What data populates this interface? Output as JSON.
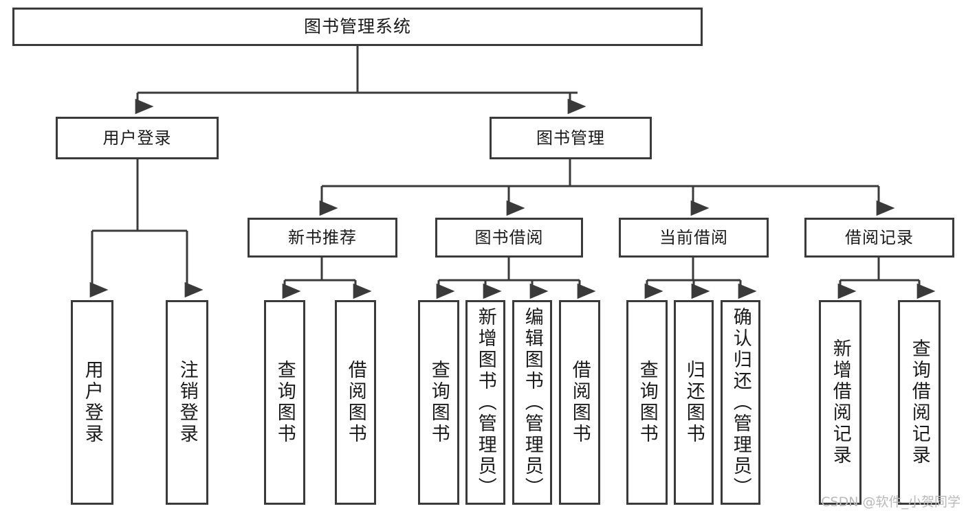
{
  "diagram": {
    "type": "tree-hierarchy",
    "title": "图书管理系统",
    "orientation": "top-down",
    "colors": {
      "stroke": "#3a3a3a",
      "fill": "#ffffff",
      "text": "#1a1a1a",
      "watermark": "#b9b9b9"
    },
    "levels": {
      "level0_label": "图书管理系统",
      "level1_labels": [
        "用户登录",
        "图书管理"
      ],
      "level2_labels": [
        "新书推荐",
        "图书借阅",
        "当前借阅",
        "借阅记录"
      ]
    },
    "nodes": {
      "root": {
        "label": "图书管理系统"
      },
      "user_login": {
        "label": "用户登录"
      },
      "book_admin": {
        "label": "图书管理"
      },
      "new_book_rec": {
        "label": "新书推荐"
      },
      "book_borrow": {
        "label": "图书借阅"
      },
      "current_borrow": {
        "label": "当前借阅"
      },
      "borrow_record": {
        "label": "借阅记录"
      },
      "leaf_user_login": {
        "label": "用户登录"
      },
      "leaf_logout": {
        "label": "注销登录"
      },
      "leaf_query_book_1": {
        "label": "查询图书"
      },
      "leaf_borrow_book_1": {
        "label": "借阅图书"
      },
      "leaf_query_book_2": {
        "label": "查询图书"
      },
      "leaf_add_book": {
        "label": "新增图书（管理员）"
      },
      "leaf_edit_book": {
        "label": "编辑图书（管理员）"
      },
      "leaf_borrow_book_2": {
        "label": "借阅图书"
      },
      "leaf_query_book_3": {
        "label": "查询图书"
      },
      "leaf_return_book": {
        "label": "归还图书"
      },
      "leaf_confirm_return": {
        "label": "确认归还（管理员）"
      },
      "leaf_add_record": {
        "label": "新增借阅记录"
      },
      "leaf_query_record": {
        "label": "查询借阅记录"
      }
    },
    "edges": [
      {
        "from": "root",
        "to": "user_login"
      },
      {
        "from": "root",
        "to": "book_admin"
      },
      {
        "from": "user_login",
        "to": "leaf_user_login"
      },
      {
        "from": "user_login",
        "to": "leaf_logout"
      },
      {
        "from": "book_admin",
        "to": "new_book_rec"
      },
      {
        "from": "book_admin",
        "to": "book_borrow"
      },
      {
        "from": "book_admin",
        "to": "current_borrow"
      },
      {
        "from": "book_admin",
        "to": "borrow_record"
      },
      {
        "from": "new_book_rec",
        "to": "leaf_query_book_1"
      },
      {
        "from": "new_book_rec",
        "to": "leaf_borrow_book_1"
      },
      {
        "from": "book_borrow",
        "to": "leaf_query_book_2"
      },
      {
        "from": "book_borrow",
        "to": "leaf_add_book"
      },
      {
        "from": "book_borrow",
        "to": "leaf_edit_book"
      },
      {
        "from": "book_borrow",
        "to": "leaf_borrow_book_2"
      },
      {
        "from": "current_borrow",
        "to": "leaf_query_book_3"
      },
      {
        "from": "current_borrow",
        "to": "leaf_return_book"
      },
      {
        "from": "current_borrow",
        "to": "leaf_confirm_return"
      },
      {
        "from": "borrow_record",
        "to": "leaf_add_record"
      },
      {
        "from": "borrow_record",
        "to": "leaf_query_record"
      }
    ]
  },
  "watermark": {
    "text": "CSDN @软件_小贺同学"
  }
}
